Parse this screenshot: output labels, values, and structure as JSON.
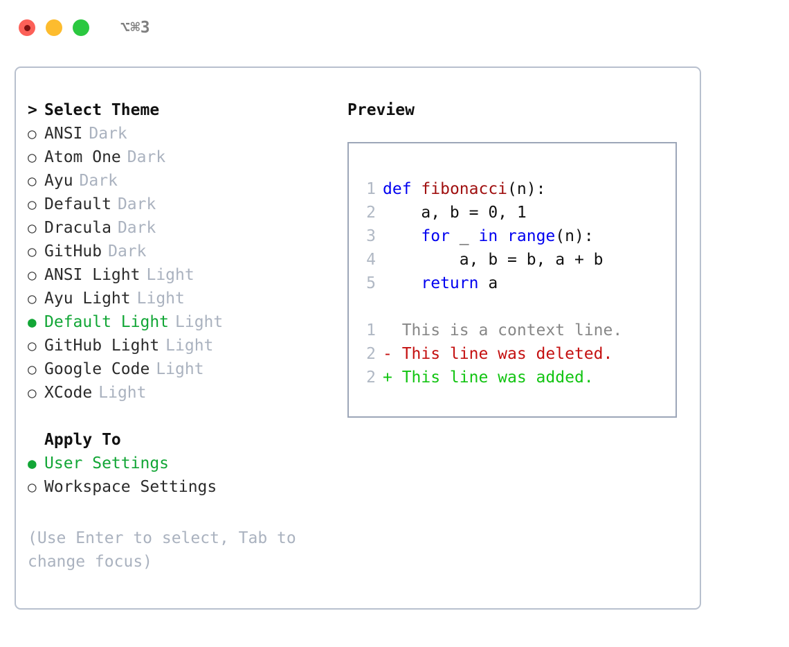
{
  "window": {
    "title": "⌥⌘3",
    "controls": [
      {
        "name": "close",
        "color": "#fc6058",
        "recording": true
      },
      {
        "name": "minimize",
        "color": "#fdbc2e",
        "recording": false
      },
      {
        "name": "maximize",
        "color": "#2bc840",
        "recording": false
      }
    ]
  },
  "theme_picker": {
    "heading": "Select Theme",
    "heading_prefix": ">",
    "bullet_selected": "●",
    "bullet_unselected": "○",
    "items": [
      {
        "label": "ANSI",
        "variant": "Dark",
        "selected": false
      },
      {
        "label": "Atom One",
        "variant": "Dark",
        "selected": false
      },
      {
        "label": "Ayu",
        "variant": "Dark",
        "selected": false
      },
      {
        "label": "Default",
        "variant": "Dark",
        "selected": false
      },
      {
        "label": "Dracula",
        "variant": "Dark",
        "selected": false
      },
      {
        "label": "GitHub",
        "variant": "Dark",
        "selected": false
      },
      {
        "label": "ANSI Light",
        "variant": "Light",
        "selected": false
      },
      {
        "label": "Ayu Light",
        "variant": "Light",
        "selected": false
      },
      {
        "label": "Default Light",
        "variant": "Light",
        "selected": true
      },
      {
        "label": "GitHub Light",
        "variant": "Light",
        "selected": false
      },
      {
        "label": "Google Code",
        "variant": "Light",
        "selected": false
      },
      {
        "label": "XCode",
        "variant": "Light",
        "selected": false
      }
    ]
  },
  "apply_to": {
    "heading": "Apply To",
    "items": [
      {
        "label": "User Settings",
        "selected": true
      },
      {
        "label": "Workspace Settings",
        "selected": false
      }
    ]
  },
  "hint": "(Use Enter to select, Tab to change focus)",
  "preview": {
    "title": "Preview",
    "code_lines": [
      {
        "num": "1",
        "tokens": [
          {
            "t": "def",
            "c": "kw"
          },
          {
            "t": " ",
            "c": "pl"
          },
          {
            "t": "fibonacci",
            "c": "fn"
          },
          {
            "t": "(n):",
            "c": "pl"
          }
        ]
      },
      {
        "num": "2",
        "tokens": [
          {
            "t": "    a, b = 0, 1",
            "c": "pl"
          }
        ]
      },
      {
        "num": "3",
        "tokens": [
          {
            "t": "    ",
            "c": "pl"
          },
          {
            "t": "for",
            "c": "kw"
          },
          {
            "t": " _ ",
            "c": "pl"
          },
          {
            "t": "in",
            "c": "kw"
          },
          {
            "t": " ",
            "c": "pl"
          },
          {
            "t": "range",
            "c": "kw"
          },
          {
            "t": "(n):",
            "c": "pl"
          }
        ]
      },
      {
        "num": "4",
        "tokens": [
          {
            "t": "        a, b = b, a + b",
            "c": "pl"
          }
        ]
      },
      {
        "num": "5",
        "tokens": [
          {
            "t": "    ",
            "c": "pl"
          },
          {
            "t": "return",
            "c": "kw"
          },
          {
            "t": " a",
            "c": "pl"
          }
        ]
      }
    ],
    "diff_lines": [
      {
        "num": "1",
        "marker": " ",
        "text": "  This is a context line.",
        "kind": "ctx"
      },
      {
        "num": "2",
        "marker": "-",
        "text": "- This line was deleted.",
        "kind": "del"
      },
      {
        "num": "2",
        "marker": "+",
        "text": "+ This line was added.",
        "kind": "add"
      }
    ]
  },
  "colors": {
    "accent_green": "#12a636",
    "keyword_blue": "#0000f0",
    "function_red": "#a01010",
    "diff_added": "#12c412",
    "diff_deleted": "#c41010",
    "muted": "#aab2bf",
    "border": "#b8c0ce"
  }
}
